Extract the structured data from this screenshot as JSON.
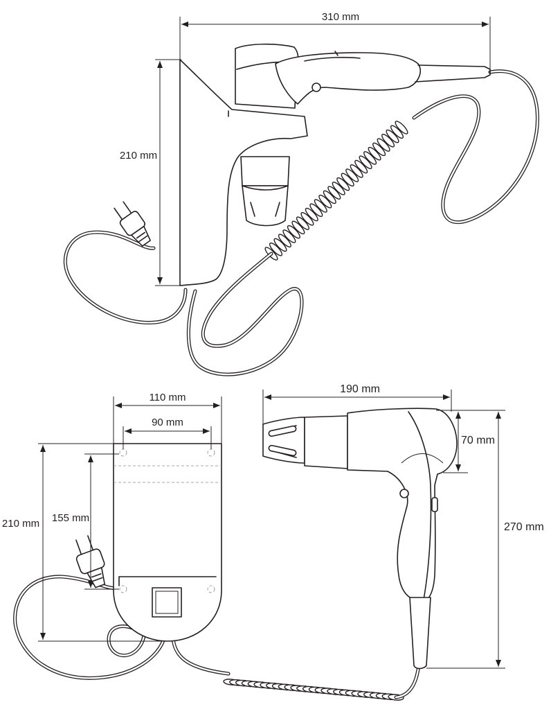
{
  "dimensions": {
    "top_width": "310 mm",
    "top_height": "210 mm",
    "holder_width": "110 mm",
    "holder_hole_spacing": "90 mm",
    "holder_height": "210 mm",
    "holder_hole_height": "155 mm",
    "dryer_length": "190 mm",
    "nozzle_diameter": "70 mm",
    "dryer_height": "270 mm"
  },
  "colors": {
    "line": "#231f20",
    "background": "#ffffff"
  }
}
